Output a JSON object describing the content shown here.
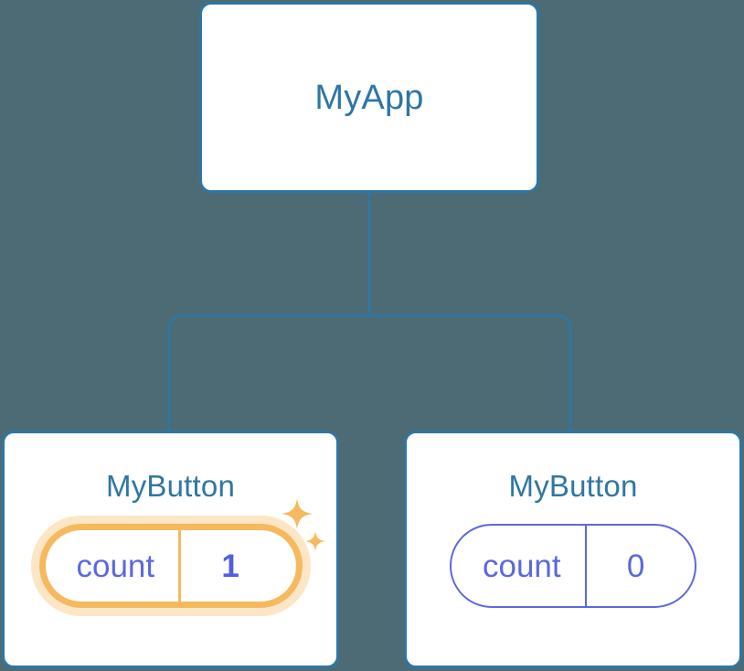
{
  "diagram": {
    "type": "component-tree",
    "background_color": "#4d6b75",
    "connector_color": "#2f76a3",
    "accent_blue": "#2f76a3",
    "accent_indigo": "#5b68de",
    "accent_orange": "#f6b95e"
  },
  "root": {
    "label": "MyApp"
  },
  "children": [
    {
      "label": "MyButton",
      "state_key": "count",
      "state_value": "1",
      "highlighted": true,
      "sparkle_large": "✦",
      "sparkle_small": "✦"
    },
    {
      "label": "MyButton",
      "state_key": "count",
      "state_value": "0",
      "highlighted": false
    }
  ]
}
